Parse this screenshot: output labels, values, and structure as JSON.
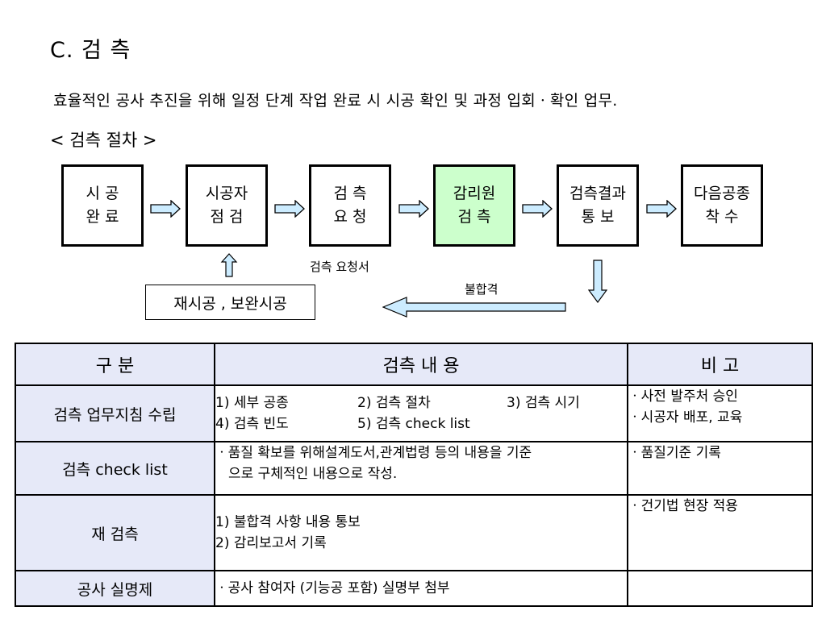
{
  "title": "C. 검  측",
  "intro": "효율적인 공사 추진을 위해 일정 단계 작업 완료 시 시공 확인 및 과정 입회ㆍ확인 업무.",
  "subtitle": "< 검측 절차 >",
  "flow": [
    {
      "line1": "시 공",
      "line2": "완 료"
    },
    {
      "line1": "시공자",
      "line2": "점 검"
    },
    {
      "line1": "검 측",
      "line2": "요 청"
    },
    {
      "line1": "감리원",
      "line2": "검 측"
    },
    {
      "line1": "검측결과",
      "line2": "통 보"
    },
    {
      "line1": "다음공종",
      "line2": "착 수"
    }
  ],
  "request_label": "검측 요청서",
  "fail_label": "불합격",
  "rework_label": "재시공 , 보완시공",
  "table": {
    "headers": [
      "구 분",
      "검측 내 용",
      "비 고"
    ],
    "rows": [
      {
        "category": "검측 업무지침 수립",
        "items": [
          "1) 세부 공종",
          "2) 검측 절차",
          "3) 검측 시기",
          "4) 검측 빈도",
          "5) 검측 check list"
        ],
        "notes": [
          "ㆍ사전 발주처 승인",
          "ㆍ시공자 배포, 교육"
        ]
      },
      {
        "category": "검측 check list",
        "text_line1": "ㆍ품질 확보를 위해설계도서,관계법령 등의 내용을 기준",
        "text_line2": "으로 구체적인 내용으로 작성.",
        "notes": [
          "ㆍ품질기준 기록"
        ]
      },
      {
        "category": "재  검측",
        "lines": [
          "1) 불합격 사항 내용 통보",
          "2) 감리보고서 기록"
        ],
        "notes": [
          "ㆍ건기법 현장 적용"
        ]
      },
      {
        "category": "공사  실명제",
        "text": "ㆍ공사 참여자 (기능공 포함) 실명부 첨부",
        "notes": [
          ""
        ]
      }
    ]
  },
  "colors": {
    "highlight_box": "#ccffcc",
    "arrow_fill": "#ccecff",
    "header_bg": "#e6e9f8"
  }
}
